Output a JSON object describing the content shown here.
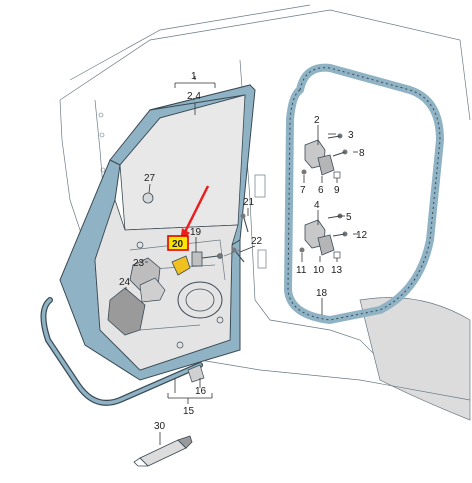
{
  "diagram": {
    "colors": {
      "door_frame": "#8fb3c4",
      "panel_fill": "#e8e8e8",
      "body_shade": "#d4d4d4",
      "seal": "#c8d8e0",
      "highlight": "#ffe600",
      "highlight_border": "#e00000",
      "arrow": "#e82020",
      "latch": "#f0c020"
    },
    "labels": {
      "l1": "1",
      "l24": "2,4",
      "l2": "2",
      "l3": "3",
      "l6": "6",
      "l7": "7",
      "l8": "8",
      "l9": "9",
      "l4": "4",
      "l5": "5",
      "l10": "10",
      "l11": "11",
      "l12": "12",
      "l13": "13",
      "l18": "18",
      "l19": "19",
      "l20": "20",
      "l21": "21",
      "l22": "22",
      "l23": "23",
      "l24b": "24",
      "l27": "27",
      "l15": "15",
      "l16": "16",
      "l30": "30"
    }
  }
}
